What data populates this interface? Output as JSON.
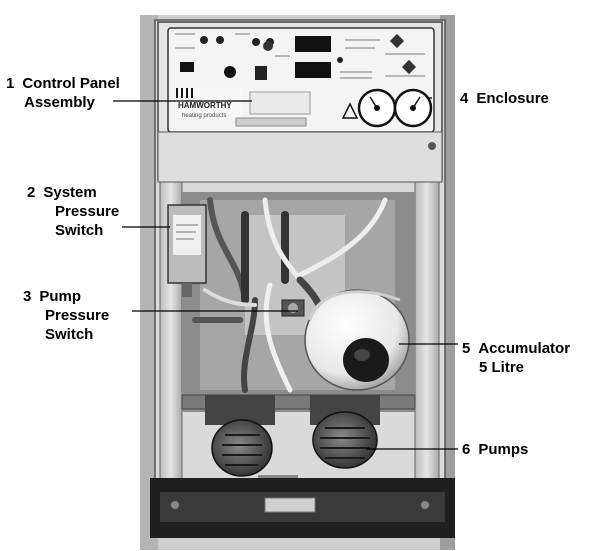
{
  "figure": {
    "labels": [
      {
        "number": "1",
        "lines": [
          "Control Panel",
          "Assembly"
        ]
      },
      {
        "number": "2",
        "lines": [
          "System",
          "Pressure",
          "Switch"
        ]
      },
      {
        "number": "3",
        "lines": [
          "Pump",
          "Pressure",
          "Switch"
        ]
      },
      {
        "number": "4",
        "lines": [
          "Enclosure"
        ]
      },
      {
        "number": "5",
        "lines": [
          "Accumulator",
          "5 Litre"
        ]
      },
      {
        "number": "6",
        "lines": [
          "Pumps"
        ]
      }
    ],
    "nameplate_text": "HAMWORTHY",
    "nameplate_subtext": "heating products"
  }
}
